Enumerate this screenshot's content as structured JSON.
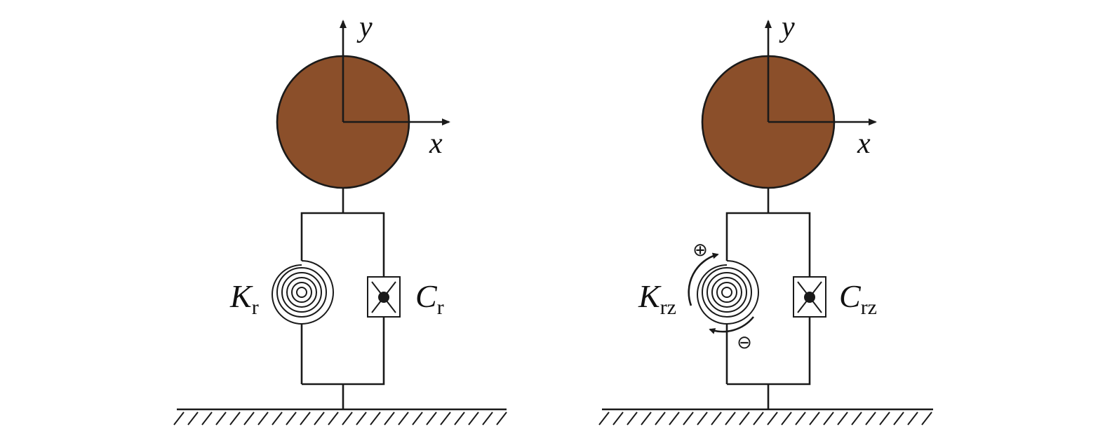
{
  "colors": {
    "mass": "#8B4F2A",
    "stroke": "#1a1a1a",
    "background": "#ffffff"
  },
  "models": [
    {
      "axis_x": "x",
      "axis_y": "y",
      "spring": {
        "symbol": "K",
        "subscript": "r"
      },
      "damper": {
        "symbol": "C",
        "subscript": "r"
      }
    },
    {
      "axis_x": "x",
      "axis_y": "y",
      "spring": {
        "symbol": "K",
        "subscript": "rz"
      },
      "damper": {
        "symbol": "C",
        "subscript": "rz"
      },
      "sign_positive": "⊕",
      "sign_negative": "⊖"
    }
  ]
}
